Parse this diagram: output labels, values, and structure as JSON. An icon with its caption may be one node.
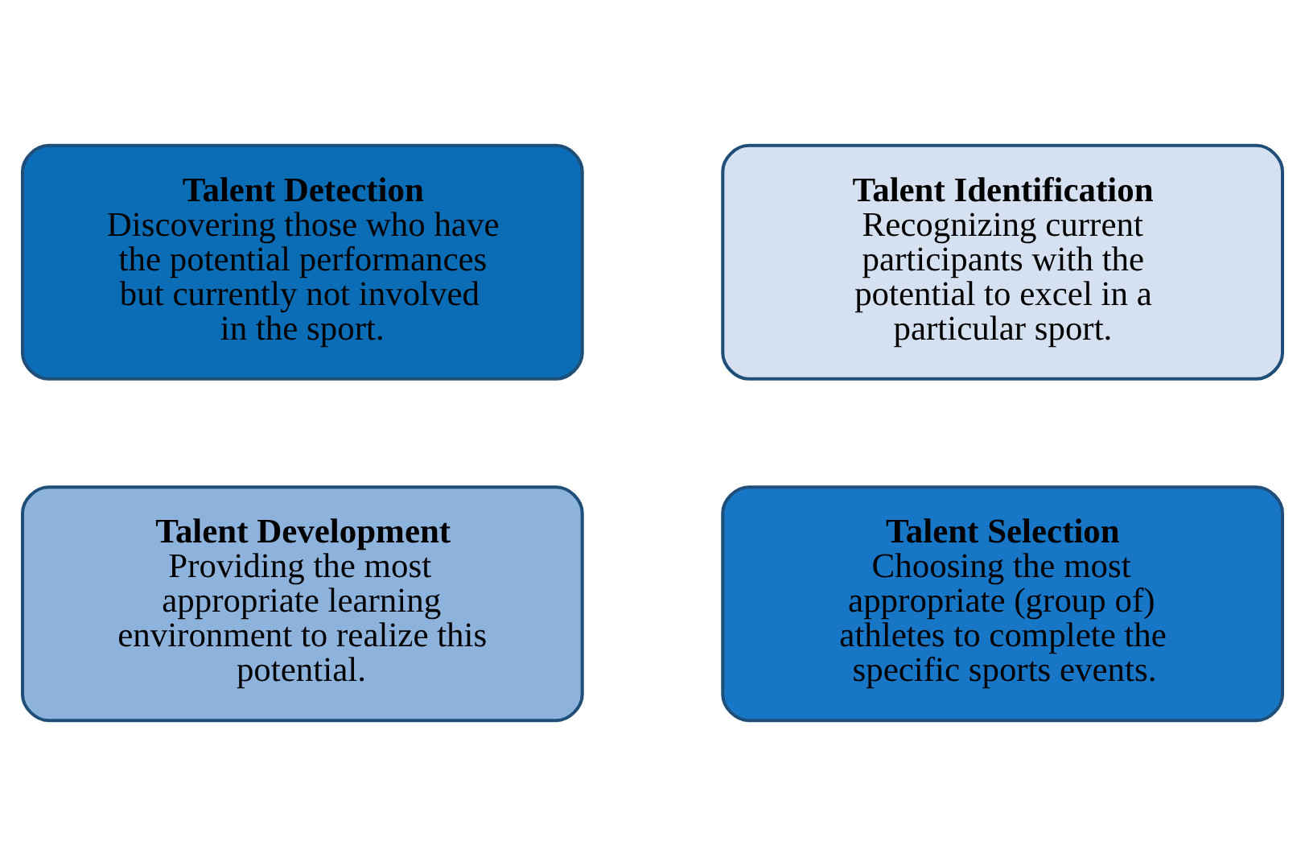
{
  "diagram": {
    "nodes": [
      {
        "text": [
          "Talent Detection",
          "Discovering those who have the potential performances but currently not involved in the sport."
        ]
      },
      {
        "text": [
          "Talent Identification",
          "Recognizing current participants with the potential to excel in a particular sport."
        ]
      },
      {
        "text": [
          "Talent Development",
          "Providing the most appropriate learning environment to realize this potential."
        ]
      },
      {
        "text": [
          "Talent Selection",
          "Choosing the most appropriate (group of) athletes to complete the specific sports events."
        ]
      }
    ]
  }
}
